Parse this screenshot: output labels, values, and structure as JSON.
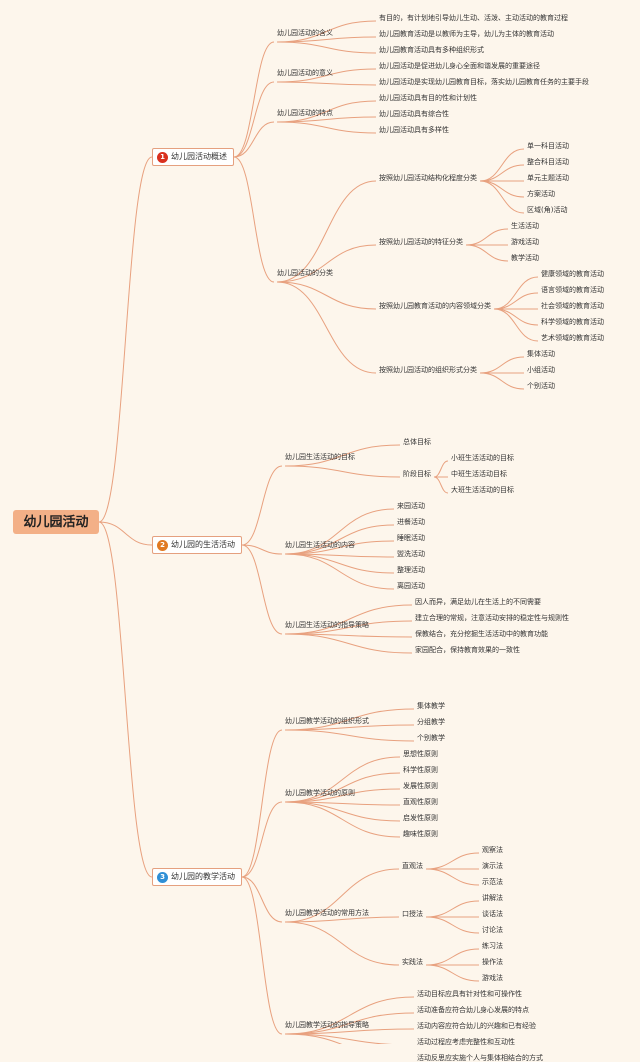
{
  "root": "幼儿园活动",
  "branches": [
    {
      "num": "1",
      "color": "#d9301e",
      "label": "幼儿园活动概述",
      "children": [
        {
          "label": "幼儿园活动的含义",
          "children": [
            {
              "label": "有目的，有计划地引导幼儿生动、活泼、主动活动的教育过程"
            },
            {
              "label": "幼儿园教育活动是以教师为主导，幼儿为主体的教育活动"
            },
            {
              "label": "幼儿园教育活动具有多种组织形式"
            }
          ]
        },
        {
          "label": "幼儿园活动的意义",
          "children": [
            {
              "label": "幼儿园活动是促进幼儿身心全面和谐发展的重要途径"
            },
            {
              "label": "幼儿园活动是实现幼儿园教育目标，落实幼儿园教育任务的主要手段"
            }
          ]
        },
        {
          "label": "幼儿园活动的特点",
          "children": [
            {
              "label": "幼儿园活动具有目的性和计划性"
            },
            {
              "label": "幼儿园活动具有综合性"
            },
            {
              "label": "幼儿园活动具有多样性"
            }
          ]
        },
        {
          "label": "幼儿园活动的分类",
          "children": [
            {
              "label": "按照幼儿园活动结构化程度分类",
              "children": [
                {
                  "label": "单一科目活动"
                },
                {
                  "label": "整合科目活动"
                },
                {
                  "label": "单元主题活动"
                },
                {
                  "label": "方案活动"
                },
                {
                  "label": "区域(角)活动"
                }
              ]
            },
            {
              "label": "按照幼儿园活动的特征分类",
              "children": [
                {
                  "label": "生活活动"
                },
                {
                  "label": "游戏活动"
                },
                {
                  "label": "教学活动"
                }
              ]
            },
            {
              "label": "按照幼儿园教育活动的内容领域分类",
              "children": [
                {
                  "label": "健康领域的教育活动"
                },
                {
                  "label": "语言领域的教育活动"
                },
                {
                  "label": "社会领域的教育活动"
                },
                {
                  "label": "科学领域的教育活动"
                },
                {
                  "label": "艺术领域的教育活动"
                }
              ]
            },
            {
              "label": "按照幼儿园活动的组织形式分类",
              "children": [
                {
                  "label": "集体活动"
                },
                {
                  "label": "小组活动"
                },
                {
                  "label": "个别活动"
                }
              ]
            }
          ]
        }
      ]
    },
    {
      "num": "2",
      "color": "#e07a23",
      "label": "幼儿园的生活活动",
      "children": [
        {
          "label": "幼儿园生活活动的目标",
          "children": [
            {
              "label": "总体目标"
            },
            {
              "label": "阶段目标",
              "children": [
                {
                  "label": "小班生活活动的目标"
                },
                {
                  "label": "中班生活活动目标"
                },
                {
                  "label": "大班生活活动的目标"
                }
              ]
            }
          ]
        },
        {
          "label": "幼儿园生活活动的内容",
          "children": [
            {
              "label": "来园活动"
            },
            {
              "label": "进餐活动"
            },
            {
              "label": "睡眠活动"
            },
            {
              "label": "盥洗活动"
            },
            {
              "label": "整理活动"
            },
            {
              "label": "离园活动"
            }
          ]
        },
        {
          "label": "幼儿园生活活动的指导策略",
          "children": [
            {
              "label": "因人而异，满足幼儿在生活上的不同需要"
            },
            {
              "label": "建立合理的常规，注意活动安排的稳定性与规则性"
            },
            {
              "label": "保教结合，充分挖掘生活活动中的教育功能"
            },
            {
              "label": "家园配合，保持教育效果的一致性"
            }
          ]
        }
      ]
    },
    {
      "num": "3",
      "color": "#2f8fd6",
      "label": "幼儿园的教学活动",
      "children": [
        {
          "label": "幼儿园教学活动的组织形式",
          "children": [
            {
              "label": "集体教学"
            },
            {
              "label": "分组教学"
            },
            {
              "label": "个别教学"
            }
          ]
        },
        {
          "label": "幼儿园教学活动的原则",
          "children": [
            {
              "label": "思想性原则"
            },
            {
              "label": "科学性原则"
            },
            {
              "label": "发展性原则"
            },
            {
              "label": "直观性原则"
            },
            {
              "label": "启发性原则"
            },
            {
              "label": "趣味性原则"
            }
          ]
        },
        {
          "label": "幼儿园教学活动的常用方法",
          "children": [
            {
              "label": "直观法",
              "children": [
                {
                  "label": "观察法"
                },
                {
                  "label": "演示法"
                },
                {
                  "label": "示范法"
                }
              ]
            },
            {
              "label": "口授法",
              "children": [
                {
                  "label": "讲解法"
                },
                {
                  "label": "谈话法"
                },
                {
                  "label": "讨论法"
                }
              ]
            },
            {
              "label": "实践法",
              "children": [
                {
                  "label": "练习法"
                },
                {
                  "label": "操作法"
                },
                {
                  "label": "游戏法"
                }
              ]
            }
          ]
        },
        {
          "label": "幼儿园教学活动的指导策略",
          "children": [
            {
              "label": "活动目标应具有针对性和可操作性"
            },
            {
              "label": "活动准备应符合幼儿身心发展的特点"
            },
            {
              "label": "活动内容应符合幼儿的兴趣和已有经验"
            },
            {
              "label": "活动过程应考虑完整性和互动性"
            },
            {
              "label": "活动反思应实施个人与集体相结合的方式"
            }
          ]
        }
      ]
    }
  ]
}
